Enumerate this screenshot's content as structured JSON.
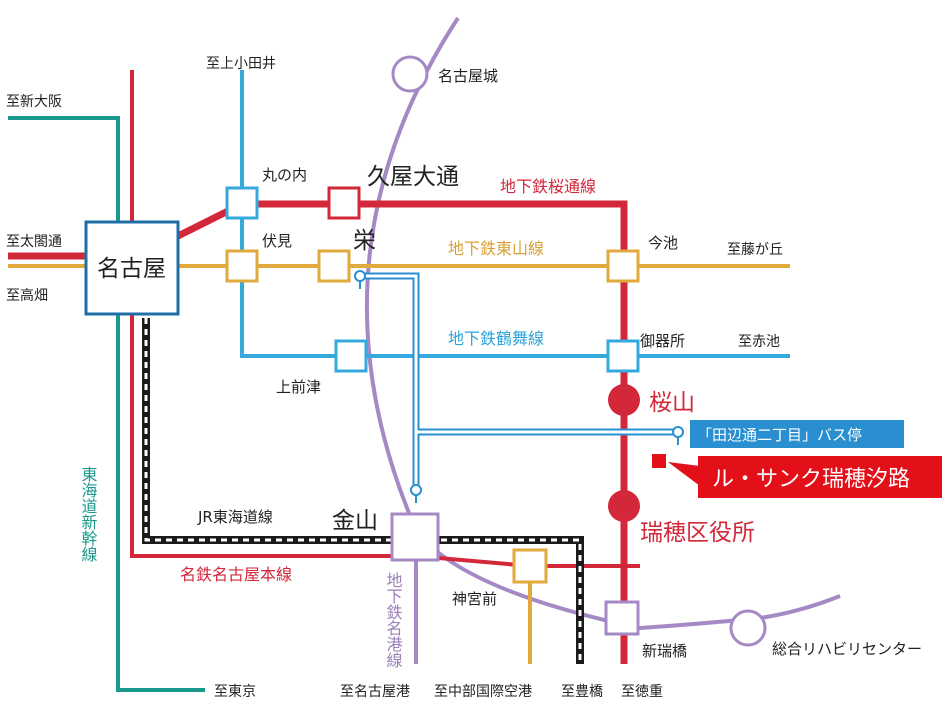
{
  "colors": {
    "meitetsu": "#d3273a",
    "sakuradori": "#d3273a",
    "higashiyama": "#e2aa3d",
    "tsurumai": "#35a9dc",
    "meijo": "#a489c4",
    "shinkansen": "#1a9a8c",
    "jr": "#1a1a1a",
    "bus": "#2a8fd0",
    "callout": "#e3101a"
  },
  "stations": {
    "nagoya": "名古屋",
    "marunouchi": "丸の内",
    "hisaya_odori": "久屋大通",
    "fushimi": "伏見",
    "sakae": "栄",
    "imaike": "今池",
    "kamimaezu": "上前津",
    "gokiso": "御器所",
    "sakurayama": "桜山",
    "mizuho_kuyakusho": "瑞穂区役所",
    "kanayama": "金山",
    "jingumae": "神宮前",
    "shin_mizuhobashi": "新瑞橋",
    "nagoyajo": "名古屋城",
    "sogo_rehab": "総合リハビリセンター"
  },
  "lines": {
    "sakuradori": "地下鉄桜通線",
    "higashiyama": "地下鉄東山線",
    "tsurumai": "地下鉄鶴舞線",
    "jr_tokaido": "JR東海道線",
    "meitetsu": "名鉄名古屋本線",
    "shinkansen": "東海道新幹線",
    "meiko": "地下鉄名港線"
  },
  "directions": {
    "shin_osaka": "至新大阪",
    "kamiotai": "至上小田井",
    "taikodori": "至太閤通",
    "takabata": "至高畑",
    "fujigaoka": "至藤が丘",
    "akaike": "至赤池",
    "tokyo": "至東京",
    "nagoyako": "至名古屋港",
    "chubu_airport": "至中部国際空港",
    "toyohashi": "至豊橋",
    "tokushige": "至徳重"
  },
  "bus_stop": "「田辺通二丁目」バス停",
  "property": "ル・サンク瑞穂汐路"
}
